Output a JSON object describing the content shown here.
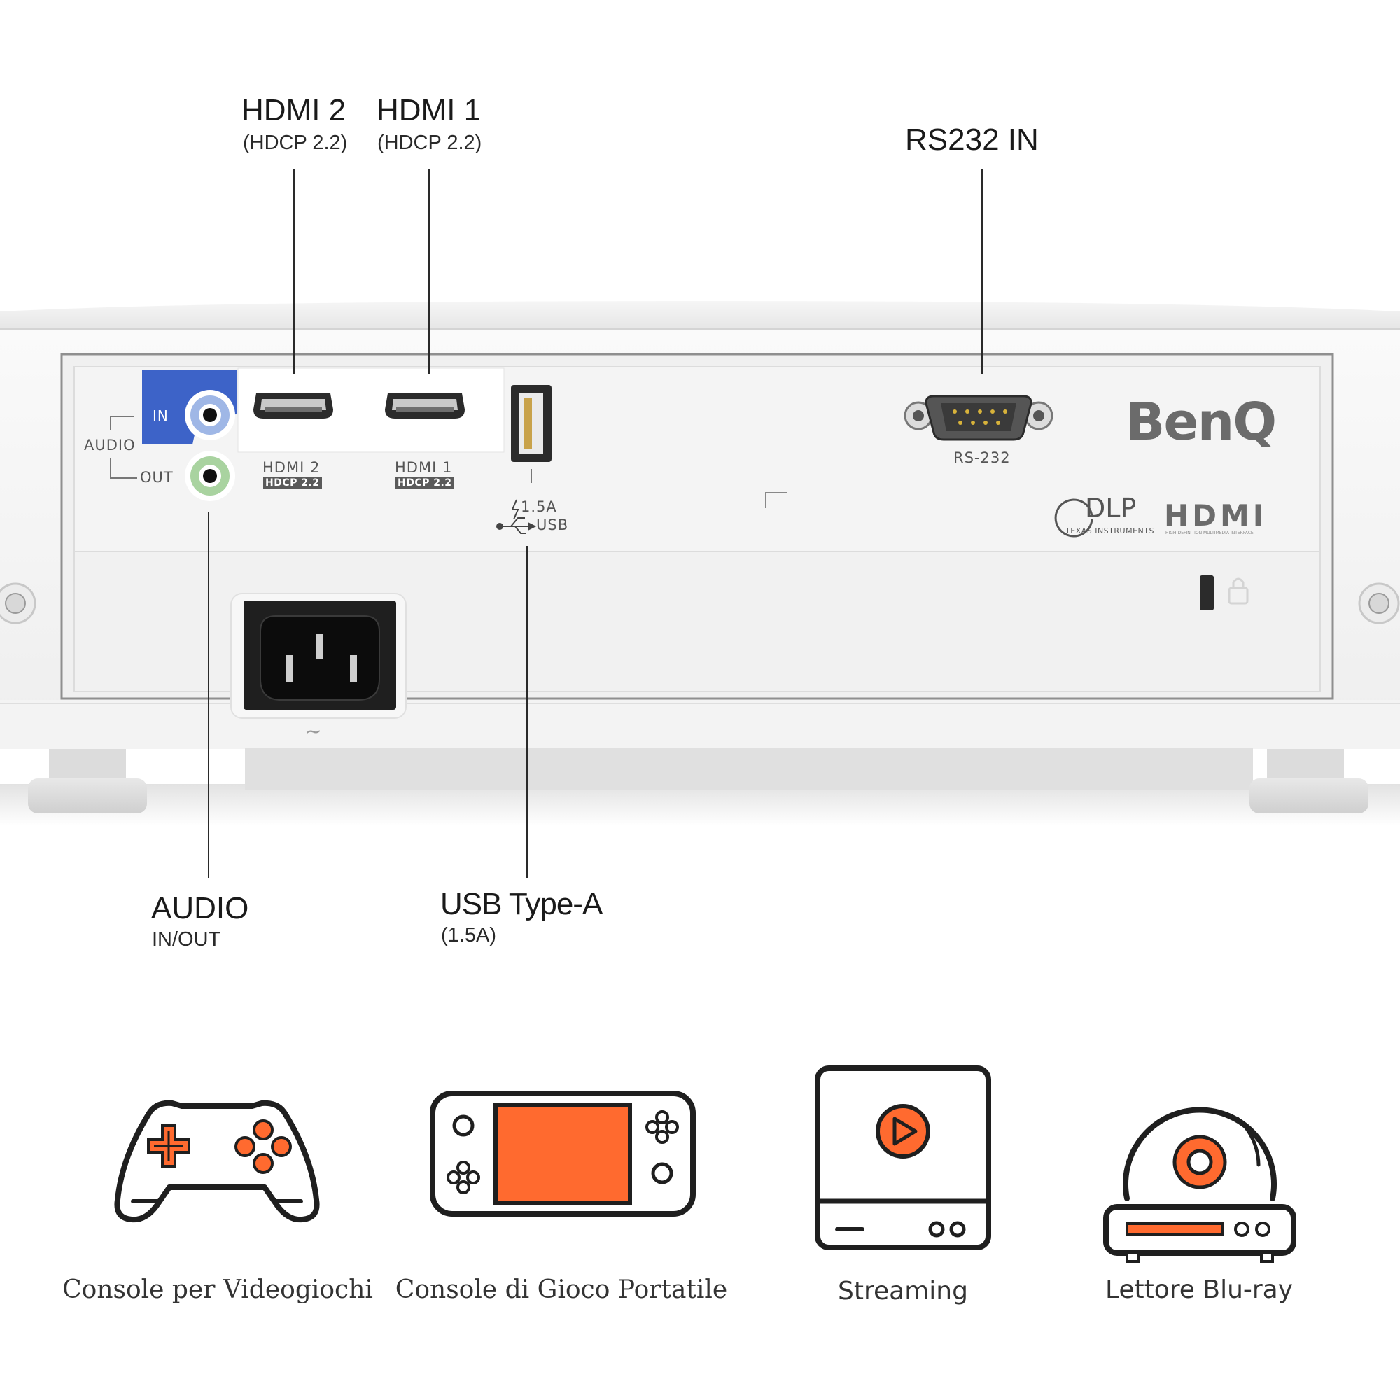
{
  "callouts": {
    "hdmi2": {
      "title": "HDMI 2",
      "sub": "(HDCP 2.2)"
    },
    "hdmi1": {
      "title": "HDMI 1",
      "sub": "(HDCP 2.2)"
    },
    "rs232": {
      "title": "RS232 IN"
    },
    "audio": {
      "title": "AUDIO",
      "sub": "IN/OUT"
    },
    "usb": {
      "title": "USB Type-A",
      "sub": "(1.5A)"
    }
  },
  "panel": {
    "audio_in": "IN",
    "audio_group": "AUDIO",
    "audio_out": "OUT",
    "hdmi2_label": "HDMI 2",
    "hdmi2_badge": "HDCP 2.2",
    "hdmi1_label": "HDMI 1",
    "hdmi1_badge": "HDCP 2.2",
    "usb_current": "1.5A",
    "usb_label": "USB",
    "rs232_label": "RS-232",
    "brand": "BenQ",
    "dlp_logo": "DLP",
    "dlp_maker": "TEXAS INSTRUMENTS",
    "hdmi_logo": "HDMI",
    "hdmi_logo_sub": "HIGH-DEFINITION MULTIMEDIA INTERFACE",
    "ac_symbol": "~"
  },
  "uses": [
    {
      "label": "Console per Videogiochi",
      "icon": "gamepad-icon"
    },
    {
      "label": "Console di Gioco Portatile",
      "icon": "handheld-console-icon"
    },
    {
      "label": "Streaming",
      "icon": "streaming-box-icon"
    },
    {
      "label": "Lettore Blu-ray",
      "icon": "bluray-player-icon"
    }
  ],
  "colors": {
    "accent": "#FF6A2F",
    "audio_in_blue": "#3D63C8",
    "audio_in_ring": "#9FB7E6",
    "audio_out_ring": "#A9D3A0"
  }
}
